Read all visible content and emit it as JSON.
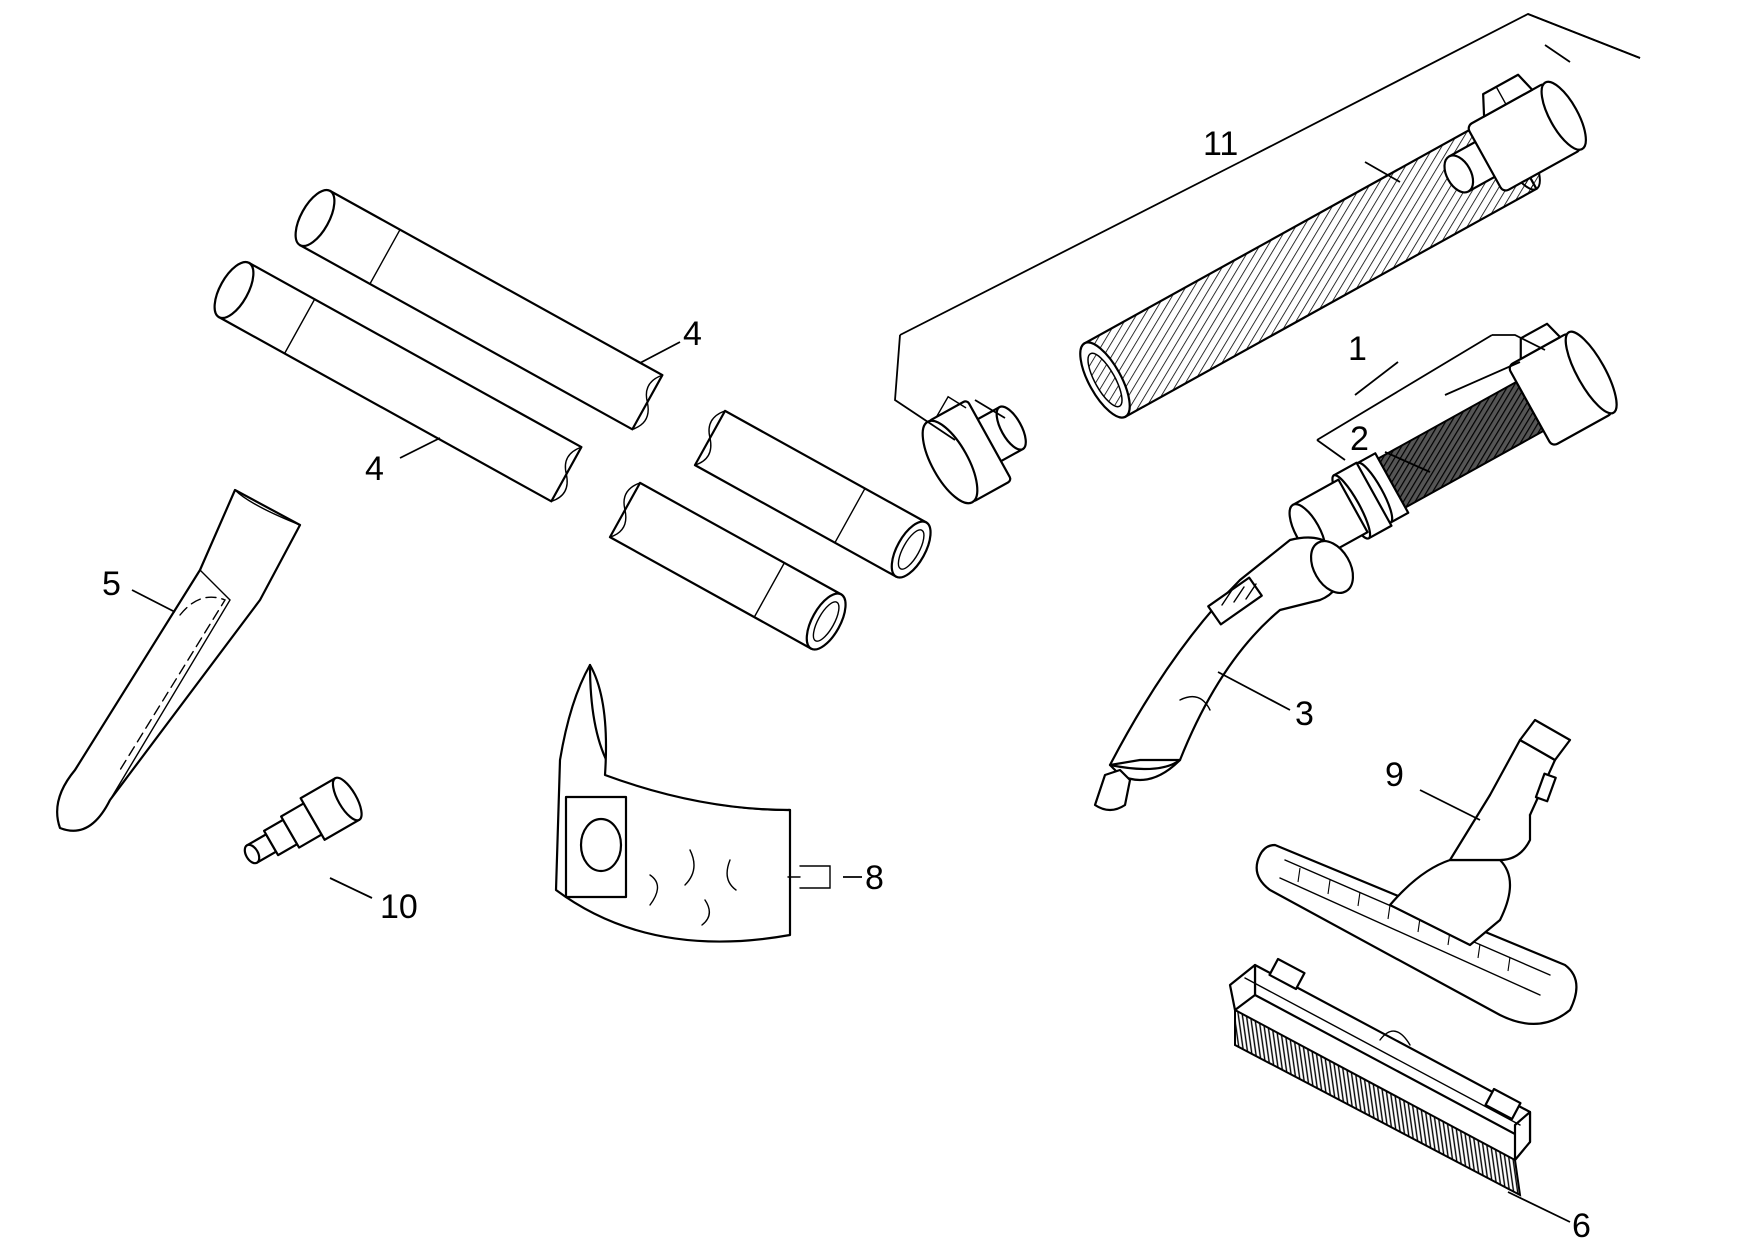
{
  "labels": {
    "p1": "1",
    "p2": "2",
    "p3": "3",
    "p4a": "4",
    "p4b": "4",
    "p5": "5",
    "p6": "6",
    "p8": "8",
    "p9": "9",
    "p10": "10",
    "p11": "11"
  }
}
